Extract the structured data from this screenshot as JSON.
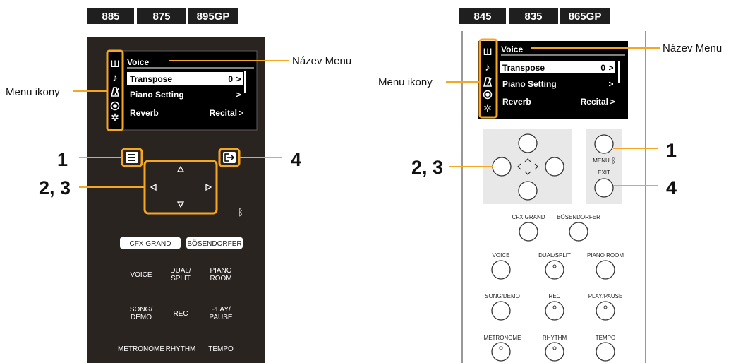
{
  "colors": {
    "panel_dark": "#2a2420",
    "panel_light": "#f4f4f4",
    "lcd": "#000000",
    "accent_orange": "#f5a623",
    "model_tab": "#1f1f1f",
    "text_light": "#ffffff",
    "text_dark": "#111111"
  },
  "left": {
    "models": [
      "885",
      "875",
      "895GP"
    ],
    "menu_title": "Voice",
    "menu_items": [
      {
        "label": "Transpose",
        "value": "0"
      },
      {
        "label": "Piano Setting",
        "value": ""
      },
      {
        "label": "Reverb",
        "value": "Recital"
      }
    ],
    "callout_menu_name": "Název Menu",
    "callout_menu_icons": "Menu ikony",
    "step_1": "1",
    "step_23": "2, 3",
    "step_4": "4",
    "voice_buttons": [
      "CFX GRAND",
      "BÖSENDORFER"
    ],
    "grid_labels": [
      [
        "VOICE",
        "DUAL/\nSPLIT",
        "PIANO\nROOM"
      ],
      [
        "SONG/\nDEMO",
        "REC",
        "PLAY/\nPAUSE"
      ],
      [
        "METRONOME",
        "RHYTHM",
        "TEMPO"
      ]
    ]
  },
  "right": {
    "models": [
      "845",
      "835",
      "865GP"
    ],
    "menu_title": "Voice",
    "menu_items": [
      {
        "label": "Transpose",
        "value": "0"
      },
      {
        "label": "Piano Setting",
        "value": ""
      },
      {
        "label": "Reverb",
        "value": "Recital"
      }
    ],
    "callout_menu_name": "Název Menu",
    "callout_menu_icons": "Menu ikony",
    "step_1": "1",
    "step_23": "2, 3",
    "step_4": "4",
    "menu_label": "MENU",
    "exit_label": "EXIT",
    "voice_labels": [
      "CFX GRAND",
      "BÖSENDORFER"
    ],
    "grid_labels": [
      [
        "VOICE",
        "DUAL/SPLIT",
        "PIANO ROOM"
      ],
      [
        "SONG/DEMO",
        "REC",
        "PLAY/PAUSE"
      ],
      [
        "METRONOME",
        "RHYTHM",
        "TEMPO"
      ]
    ]
  },
  "icons": [
    "voice-icon",
    "song-note-icon",
    "metronome-icon",
    "record-icon",
    "gear-icon",
    "bluetooth-icon",
    "menu-icon",
    "exit-icon"
  ]
}
